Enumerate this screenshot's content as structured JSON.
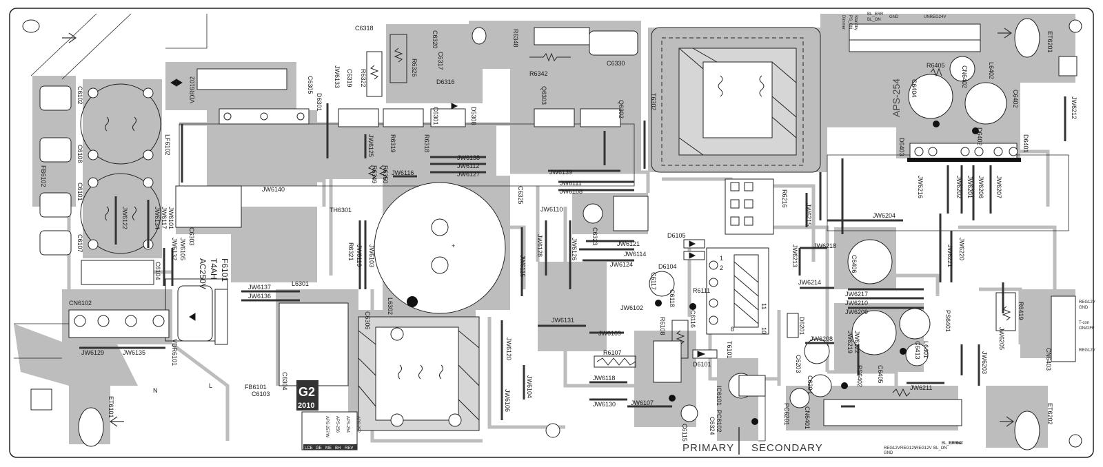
{
  "board": {
    "model": "APS-254",
    "primary": "PRIMARY",
    "secondary": "SECONDARY",
    "fuse_lines": [
      "F6101",
      "T4AH",
      "AC250V"
    ],
    "stamp_code": "G2",
    "stamp_year": "2010",
    "variants": [
      "APS-252",
      "APS-254",
      "APS-256",
      "APS-257/W"
    ],
    "variant_marks": [
      "LCE",
      "GE",
      "ME",
      "BH",
      "REV"
    ]
  },
  "labels": {
    "C6318": "C6318",
    "C6320": "C6320",
    "C6317": "C6317",
    "R6326": "R6326",
    "R6322": "R6322",
    "C6319": "C6319",
    "JW6133": "JW6133",
    "D6316": "D6316",
    "D6301": "D6301",
    "C6301": "C6301",
    "D5308": "D5308",
    "R6348": "R6348",
    "R6342": "R6342",
    "C6330": "C6330",
    "Q6303": "Q6303",
    "Q6302": "Q6302",
    "T6302": "T6302",
    "C6305": "C6305",
    "VDR6102": "VDR6102",
    "C6102": "C6102",
    "LF6102": "LF6102",
    "C6108": "C6108",
    "FB6102": "FB6102",
    "C6101": "C6101",
    "C6107": "C6107",
    "JW6122": "JW6122",
    "JW6134": "JW6134",
    "JW6101": "JW6101",
    "JW6117": "JW6117",
    "JW6105": "JW6105",
    "JW6132": "JW6132",
    "C6104": "C6104",
    "CN6102": "CN6102",
    "JW6129": "JW6129",
    "JW6135": "JW6135",
    "VDR6101": "VDR6101",
    "C6103": "C6103",
    "FB6101": "FB6101",
    "ET6101": "ET6101",
    "C6304": "C6304",
    "C6303": "C6303",
    "JW6140": "JW6140",
    "TH6301": "TH6301",
    "R6321": "R6321",
    "JW6119": "JW6119",
    "JW6103": "JW6103",
    "L6301": "L6301",
    "JW6137": "JW6137",
    "JW6136": "JW6136",
    "C6306": "C6306",
    "L6302": "L6302",
    "R6319": "R6319",
    "R6318": "R6318",
    "JW6125": "JW6125",
    "R6349": "R6349",
    "R6350": "R6350",
    "JW6116": "JW6116",
    "JW6138": "JW6138",
    "JW6112": "JW6112",
    "JW6127": "JW6127",
    "JW6139": "JW6139",
    "JW6111": "JW6111",
    "JW6108": "JW6108",
    "JW6110": "JW6110",
    "JW6128": "JW6128",
    "JW6115": "JW6115",
    "JW6126": "JW6126",
    "C6325": "C6325",
    "C6323": "C6323",
    "JW6121": "JW6121",
    "JW6114": "JW6114",
    "JW6124": "JW6124",
    "JW6102": "JW6102",
    "JW6131": "JW6131",
    "JW6109": "JW6109",
    "R6107": "R6107",
    "JW6118": "JW6118",
    "JW6130": "JW6130",
    "JW6107": "JW6107",
    "JW6120": "JW6120",
    "JW6104": "JW6104",
    "JW6106": "JW6106",
    "C6117": "C6117",
    "C6118": "C6118",
    "D6104": "D6104",
    "R6111": "R6111",
    "D6105": "D6105",
    "R6108": "R6108",
    "C6116": "C6116",
    "D6101": "D6101",
    "T6101": "T6101",
    "IC6101": "IC6101",
    "PC6102": "PC6102",
    "C6115": "C6115",
    "C6324": "C6324",
    "JW6213": "JW6213",
    "JW6214": "JW6214",
    "D6201": "D6201",
    "C6203": "C6203",
    "C6204": "C6204",
    "JW6208": "JW6208",
    "JW6219": "JW6219",
    "JW6222": "JW6222",
    "CN6401": "CN6401",
    "PC6201": "PC6201",
    "R6216": "R6216",
    "JW6215": "JW6215",
    "JW6218": "JW6218",
    "C6406": "C6406",
    "JW6217": "JW6217",
    "JW6210": "JW6210",
    "JW6209": "JW6209",
    "C6405": "C6405",
    "PS6401": "PS6401",
    "L6401": "L6401",
    "C6413": "C6413",
    "JW6211": "JW6211",
    "JW6221": "JW6221",
    "JW6220": "JW6220",
    "JW6204": "JW6204",
    "JW6216": "JW6216",
    "JW6202": "JW6202",
    "JW6201": "JW6201",
    "JW6206": "JW6206",
    "JW6207": "JW6207",
    "D6403": "D6403",
    "D6402": "D6402",
    "D6401": "D6401",
    "R6405": "R6405",
    "CN6402": "CN6402",
    "C6404": "C6404",
    "L6402": "L6402",
    "C6402": "C6402",
    "ET6201": "ET6201",
    "JW6212": "JW6212",
    "JW6203": "JW6203",
    "JW6205": "JW6205",
    "R6419": "R6419",
    "CN6403": "CN6403",
    "ET6202": "ET6202",
    "PS6402": "PS6402"
  },
  "connector_pins": {
    "top": [
      "Dimmer",
      "PS_ON",
      "Standby",
      "BL_ERR",
      "BL_ON",
      "GND",
      "UNREG24V"
    ],
    "bottom": [
      "REG12V",
      "GND",
      "REG12V",
      "REG12V",
      "BL_ON",
      "BL_ERR",
      "Dimmer",
      "NC"
    ],
    "right": [
      "REG12V",
      "GND",
      "T-con",
      "ON/OFF",
      "REG12V"
    ]
  },
  "small_notes": [
    "N",
    "L",
    "1",
    "2",
    "11",
    "10",
    "8"
  ]
}
